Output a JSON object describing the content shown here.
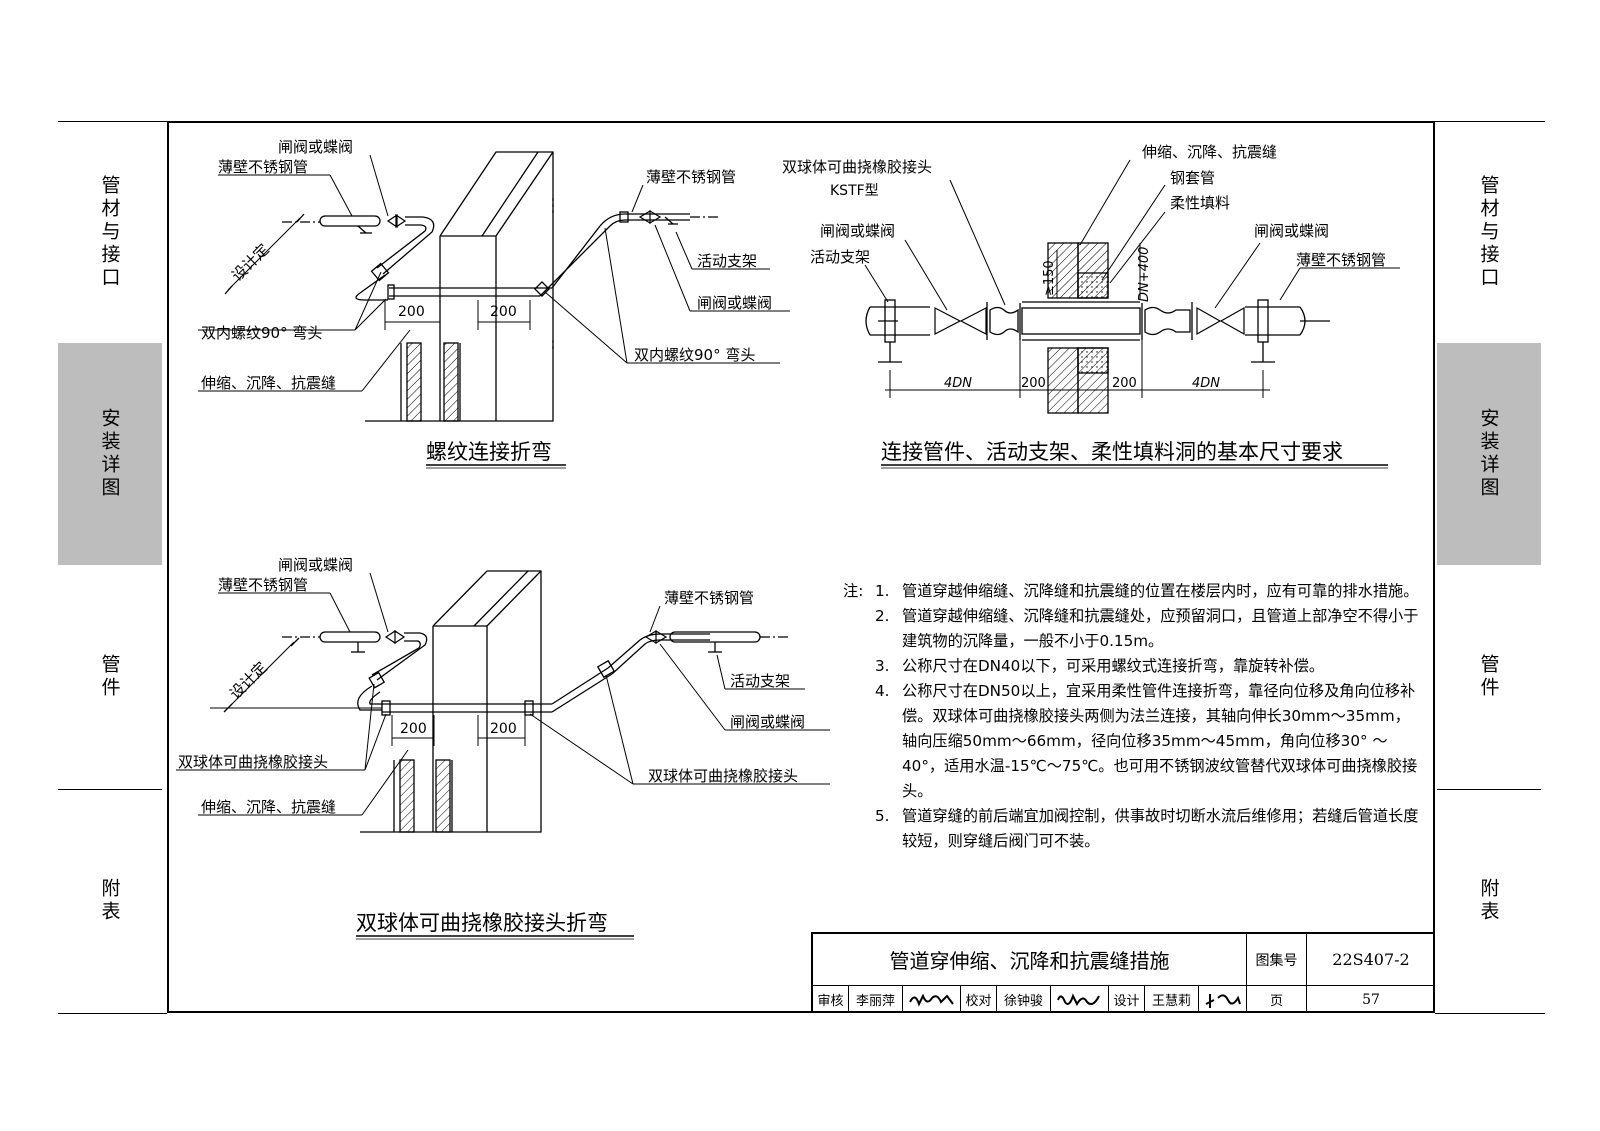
{
  "side_tabs": {
    "left": [
      "管材与接口",
      "安装详图",
      "管件",
      "附表"
    ],
    "right": [
      "管材与接口",
      "安装详图",
      "管件",
      "附表"
    ]
  },
  "diagram1": {
    "caption": "螺纹连接折弯",
    "labels": {
      "valve_tl": "闸阀或蝶阀",
      "pipe_tl": "薄壁不锈钢管",
      "design": "设计定",
      "elbow_l": "双内螺纹90° 弯头",
      "joint": "伸缩、沉降、抗震缝",
      "pipe_r": "薄壁不锈钢管",
      "support": "活动支架",
      "valve_r": "闸阀或蝶阀",
      "elbow_r": "双内螺纹90° 弯头",
      "dim1": "200",
      "dim2": "200"
    }
  },
  "diagram2": {
    "caption": "连接管件、活动支架、柔性填料洞的基本尺寸要求",
    "labels": {
      "rubber": "双球体可曲挠橡胶接头",
      "kstf": "KSTF型",
      "joint": "伸缩、沉降、抗震缝",
      "sleeve": "钢套管",
      "filler": "柔性填料",
      "valve_l": "闸阀或蝶阀",
      "support": "活动支架",
      "valve_r": "闸阀或蝶阀",
      "pipe_r": "薄壁不锈钢管",
      "ge150": "≥150",
      "dn400": "DN+400",
      "dim_4dn_l": "4DN",
      "dim_200_l": "200",
      "dim_200_r": "200",
      "dim_4dn_r": "4DN"
    }
  },
  "diagram3": {
    "caption": "双球体可曲挠橡胶接头折弯",
    "labels": {
      "valve_tl": "闸阀或蝶阀",
      "pipe_tl": "薄壁不锈钢管",
      "design": "设计定",
      "rubber_l": "双球体可曲挠橡胶接头",
      "joint": "伸缩、沉降、抗震缝",
      "pipe_r": "薄壁不锈钢管",
      "support": "活动支架",
      "valve_r": "闸阀或蝶阀",
      "rubber_r": "双球体可曲挠橡胶接头",
      "dim1": "200",
      "dim2": "200"
    }
  },
  "notes": {
    "prefix": "注:",
    "items": [
      {
        "num": "1.",
        "text": "管道穿越伸缩缝、沉降缝和抗震缝的位置在楼层内时，应有可靠的排水措施。"
      },
      {
        "num": "2.",
        "text": "管道穿越伸缩缝、沉降缝和抗震缝处，应预留洞口，且管道上部净空不得小于建筑物的沉降量，一般不小于0.15m。"
      },
      {
        "num": "3.",
        "text": "公称尺寸在DN40以下，可采用螺纹式连接折弯，靠旋转补偿。"
      },
      {
        "num": "4.",
        "text": "公称尺寸在DN50以上，宜采用柔性管件连接折弯，靠径向位移及角向位移补偿。双球体可曲挠橡胶接头两侧为法兰连接，其轴向伸长30mm～35mm，轴向压缩50mm～66mm，径向位移35mm～45mm，角向位移30° ～40°，适用水温-15℃～75℃。也可用不锈钢波纹管替代双球体可曲挠橡胶接头。"
      },
      {
        "num": "5.",
        "text": "管道穿缝的前后端宜加阀控制，供事故时切断水流后维修用；若缝后管道长度较短，则穿缝后阀门可不装。"
      }
    ]
  },
  "title_block": {
    "title": "管道穿伸缩、沉降和抗震缝措施",
    "atlas_label": "图集号",
    "atlas_no": "22S407-2",
    "review_label": "审核",
    "reviewer": "李丽萍",
    "review_sig": "李丽萍",
    "check_label": "校对",
    "checker": "徐钟骏",
    "check_sig": "徐钟骏",
    "design_label": "设计",
    "designer": "王慧莉",
    "design_sig": "王慧莉",
    "page_label": "页",
    "page_no": "57"
  }
}
